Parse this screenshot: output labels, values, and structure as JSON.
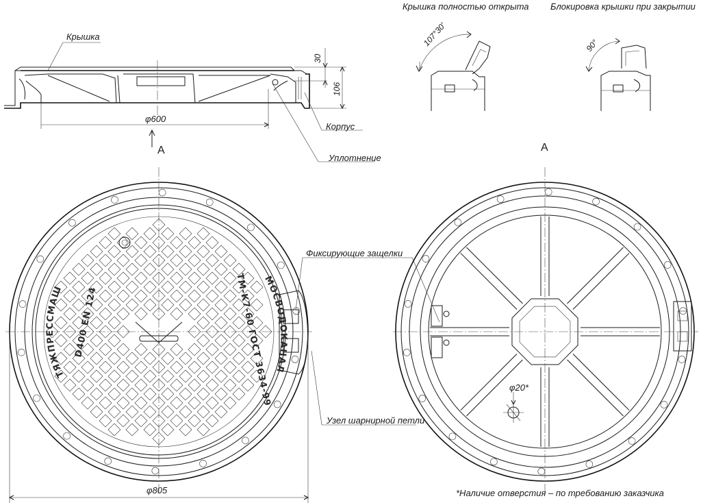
{
  "labels": {
    "lid": "Крышка",
    "body": "Корпус",
    "seal": "Уплотнение",
    "latches": "Фиксирующие защелки",
    "hinge": "Узел шарнирной петли",
    "open_full": "Крышка полностью открыта",
    "lock_closed": "Блокировка крышки при закрытии",
    "footnote": "*Наличие отверстия – по требованию заказчика"
  },
  "dimensions": {
    "d600": "φ600",
    "d805": "φ805",
    "d20": "φ20*",
    "h30": "30",
    "h106": "106",
    "angle_open": "107°30'",
    "angle_lock": "90°"
  },
  "view_marks": {
    "a_left": "A",
    "a_right": "A"
  },
  "cast_text": {
    "maker": "ТЯЖПРЕССМАШ",
    "standard": "D400 EN 124",
    "spec": "ТМ-К7-60  ГОСТ 3634-99",
    "owner": "МОСВОДОКАНАЛ"
  }
}
